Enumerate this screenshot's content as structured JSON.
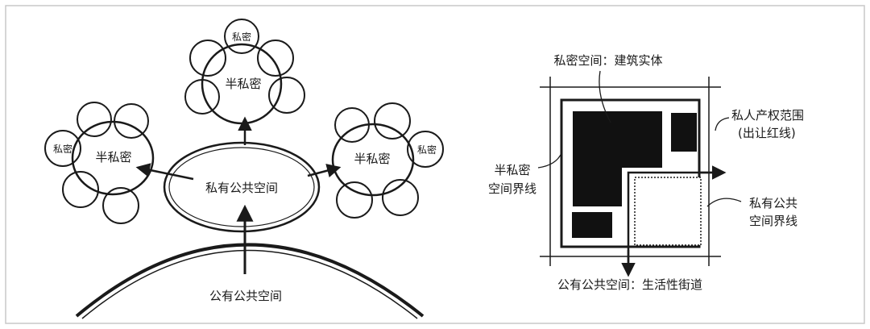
{
  "left_diagram": {
    "public_space": "公有公共空间",
    "private_public_space": "私有公共空间",
    "semi_private_top": "半私密",
    "semi_private_left": "半私密",
    "semi_private_right": "半私密",
    "private_top": "私密",
    "private_left": "私密",
    "private_right": "私密"
  },
  "right_diagram": {
    "private_space_label": "私密空间：建筑实体",
    "property_line_label_1": "私人产权范围",
    "property_line_label_2": "(出让红线)",
    "semi_private_line_1": "半私密",
    "semi_private_line_2": "空间界线",
    "private_public_line_1": "私有公共",
    "private_public_line_2": "空间界线",
    "street_label": "公有公共空间：生活性街道"
  },
  "colors": {
    "stroke": "#1a1a1a",
    "frame": "#c8c8c8",
    "background": "#ffffff"
  }
}
